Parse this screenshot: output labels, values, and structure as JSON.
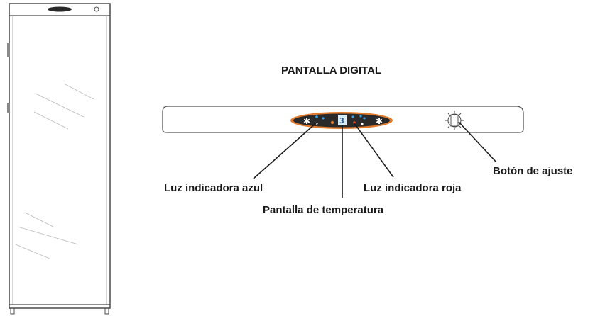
{
  "title": "PANTALLA DIGITAL",
  "labels": {
    "blue_light": "Luz indicadora azul",
    "temperature_display": "Pantalla de temperatura",
    "red_light": "Luz indicadora roja",
    "adjust_button": "Botón de ajuste"
  },
  "display_readout": "3",
  "colors": {
    "line": "#3a3a3a",
    "panel_orange": "#e07a2c",
    "panel_dark": "#2a2a2a",
    "indicator_blue": "#3aa0e8",
    "indicator_red": "#e84a2a"
  },
  "icons": [
    "refrigerator-outline-icon",
    "snowflake-icon",
    "adjust-knob-icon"
  ]
}
